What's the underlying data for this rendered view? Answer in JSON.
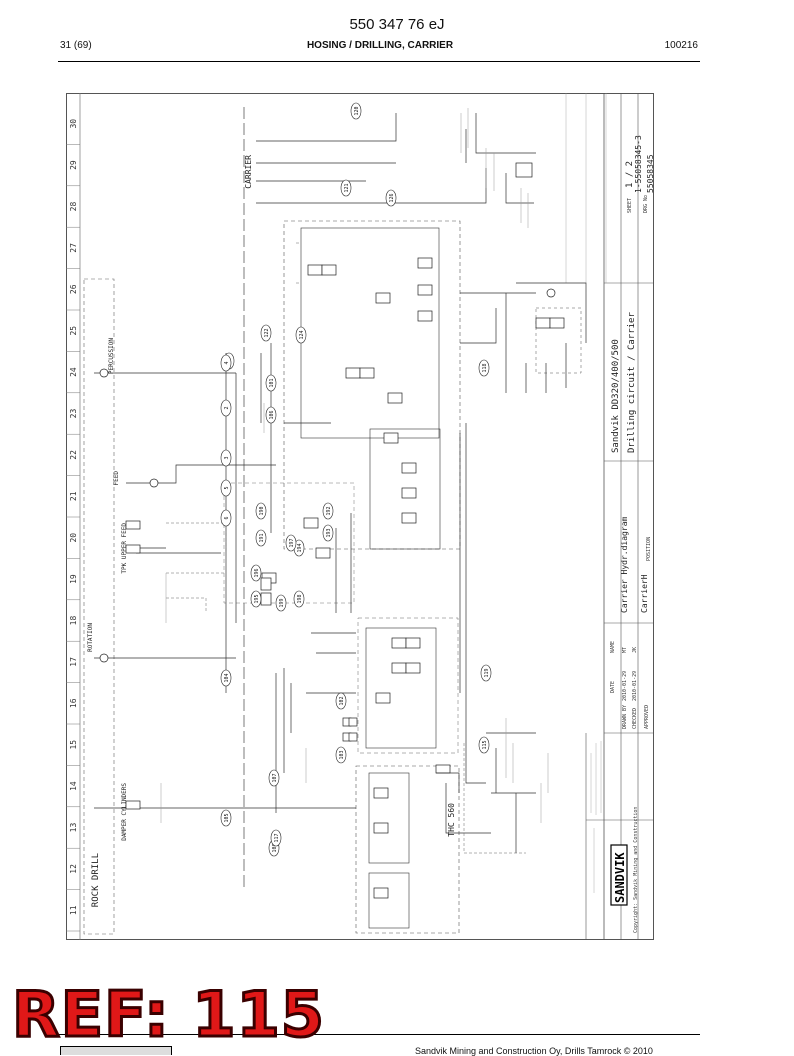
{
  "header": {
    "doc_number": "550 347 76 eJ",
    "page": "31 (69)",
    "title": "HOSING / DRILLING, CARRIER",
    "date": "100216"
  },
  "drawing": {
    "border_numbers": [
      "11",
      "12",
      "13",
      "14",
      "15",
      "16",
      "17",
      "18",
      "19",
      "20",
      "21",
      "22",
      "23",
      "24",
      "25",
      "26",
      "27",
      "28",
      "29",
      "30"
    ],
    "sections": {
      "carrier": "CARRIER",
      "rock_drill": "ROCK DRILL",
      "thc": "THC 560"
    },
    "labels": {
      "percussion": "PERCUSSION",
      "rotation": "ROTATION",
      "feed": "FEED",
      "feed_lower": "TPK UPPER FEED",
      "damper": "DAMPER CYLINDERS"
    },
    "title_block": {
      "product": "Sandvik DD320/400/500",
      "description": "Drilling circuit / Carrier",
      "diagram": "Carrier Hydr.diagram",
      "group": "CarrierH",
      "sheet": "1 / 2",
      "drawing_no": "1-55058345-3",
      "base_no": "55058345",
      "sheet_label": "SHEET",
      "dwg_label": "DRG No",
      "date_h": "DATE",
      "name_h": "NAME",
      "drawn_by": "DRAWN BY",
      "checked": "CHECKED",
      "approved": "APPROVED",
      "date1": "2010-01-29",
      "date2": "2010-01-29",
      "name1": "MT",
      "name2": "JK",
      "brand": "SANDVIK",
      "copyright": "Copyright: Sandvik Mining and Construction",
      "position": "POSITION"
    },
    "callouts": [
      "120",
      "121",
      "126",
      "122",
      "124",
      "1",
      "4",
      "2",
      "3",
      "5",
      "6",
      "104",
      "105",
      "106",
      "101",
      "102",
      "103",
      "107",
      "108",
      "117",
      "118",
      "119",
      "115",
      "190",
      "191",
      "192",
      "193",
      "194",
      "195",
      "196",
      "197",
      "198",
      "199"
    ]
  },
  "footer": {
    "stamp": "REF: 115",
    "copyright": "Sandvik Mining and Construction Oy, Drills Tamrock © 2010"
  }
}
